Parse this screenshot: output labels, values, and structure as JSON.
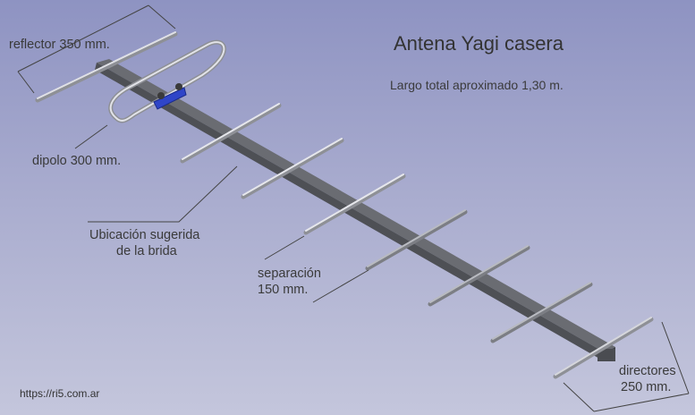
{
  "title": "Antena Yagi casera",
  "subtitle": "Largo total aproximado 1,30 m.",
  "labels": {
    "reflector": "reflector 350 mm.",
    "dipolo": "dipolo 300 mm.",
    "brida_line1": "Ubicación sugerida",
    "brida_line2": "de la brida",
    "separacion_line1": "separación",
    "separacion_line2": "150 mm.",
    "directores_line1": "directores",
    "directores_line2": "250 mm."
  },
  "footer_url": "https://ri5.com.ar",
  "colors": {
    "boom": "#5b5d63",
    "element_light": "#dcdde2",
    "element_dark": "#8e9096",
    "clamp": "#2f45c8",
    "leader": "#444444"
  }
}
